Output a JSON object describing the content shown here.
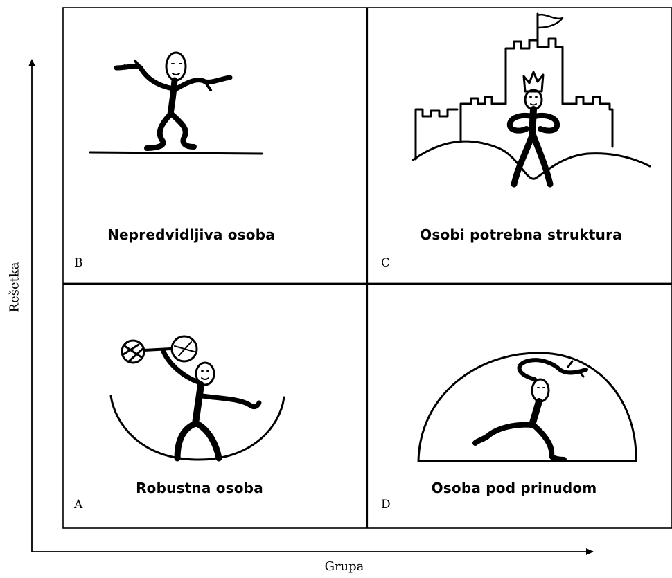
{
  "axes": {
    "y_label": "Rešetka",
    "x_label": "Grupa"
  },
  "quadrants": [
    {
      "id": "B",
      "letter": "B",
      "title": "Nepredvidljiva osoba",
      "icon": "shrugging-figure-icon"
    },
    {
      "id": "C",
      "letter": "C",
      "title": "Osobi potrebna struktura",
      "icon": "king-in-castle-icon"
    },
    {
      "id": "A",
      "letter": "A",
      "title": "Robustna osoba",
      "icon": "weightlifter-in-bowl-icon"
    },
    {
      "id": "D",
      "letter": "D",
      "title": "Osoba pod prinudom",
      "icon": "figure-under-dome-icon"
    }
  ]
}
